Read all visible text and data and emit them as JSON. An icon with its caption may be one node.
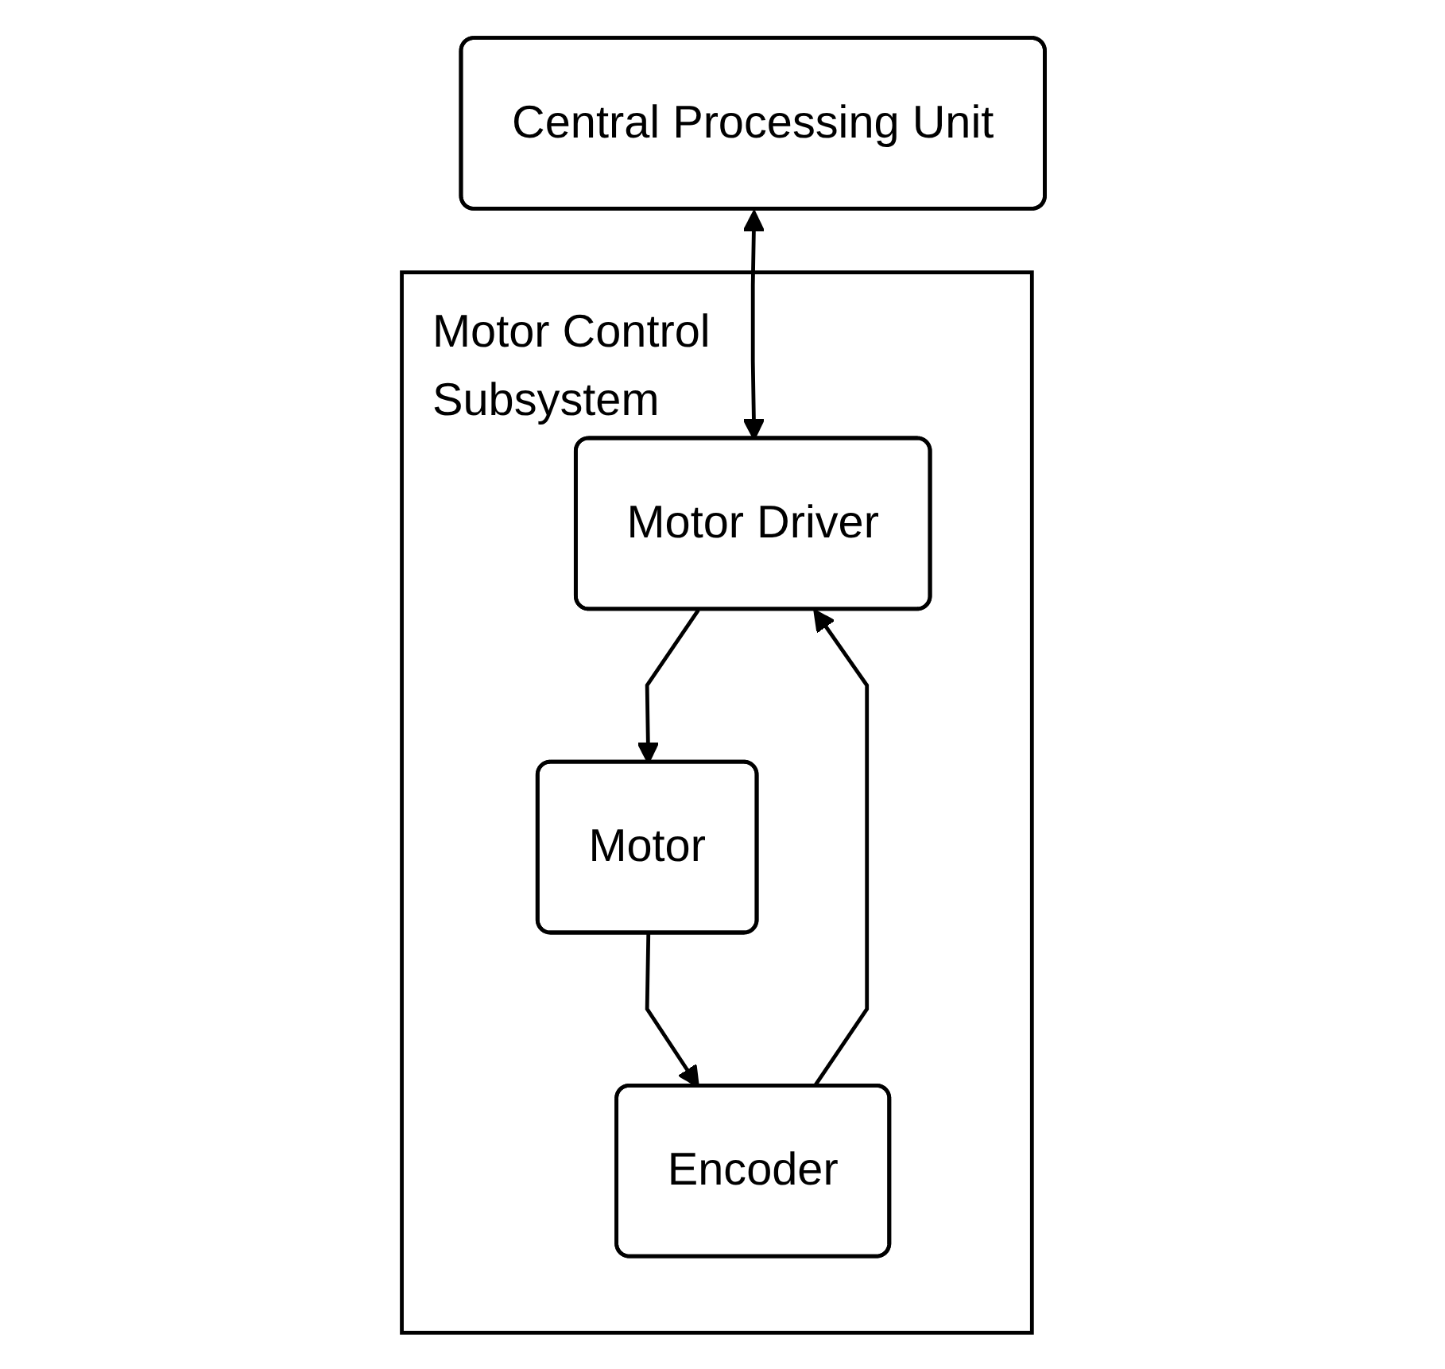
{
  "diagram": {
    "nodes": [
      {
        "text": [
          "Central Processing Unit"
        ]
      },
      {
        "text": [
          "Motor Control Subsystem"
        ]
      },
      {
        "text": [
          "Motor Driver"
        ],
        "in": 1
      },
      {
        "text": [
          "Motor"
        ],
        "in": 1
      },
      {
        "text": [
          "Encoder"
        ],
        "in": 1
      }
    ],
    "edges": [
      {
        "from": 0,
        "to": 2,
        "arrow": "both"
      },
      {
        "from": 2,
        "to": 3,
        "arrow": "to"
      },
      {
        "from": 3,
        "to": 4,
        "arrow": "to"
      },
      {
        "from": 4,
        "to": 2,
        "arrow": "to"
      }
    ]
  }
}
